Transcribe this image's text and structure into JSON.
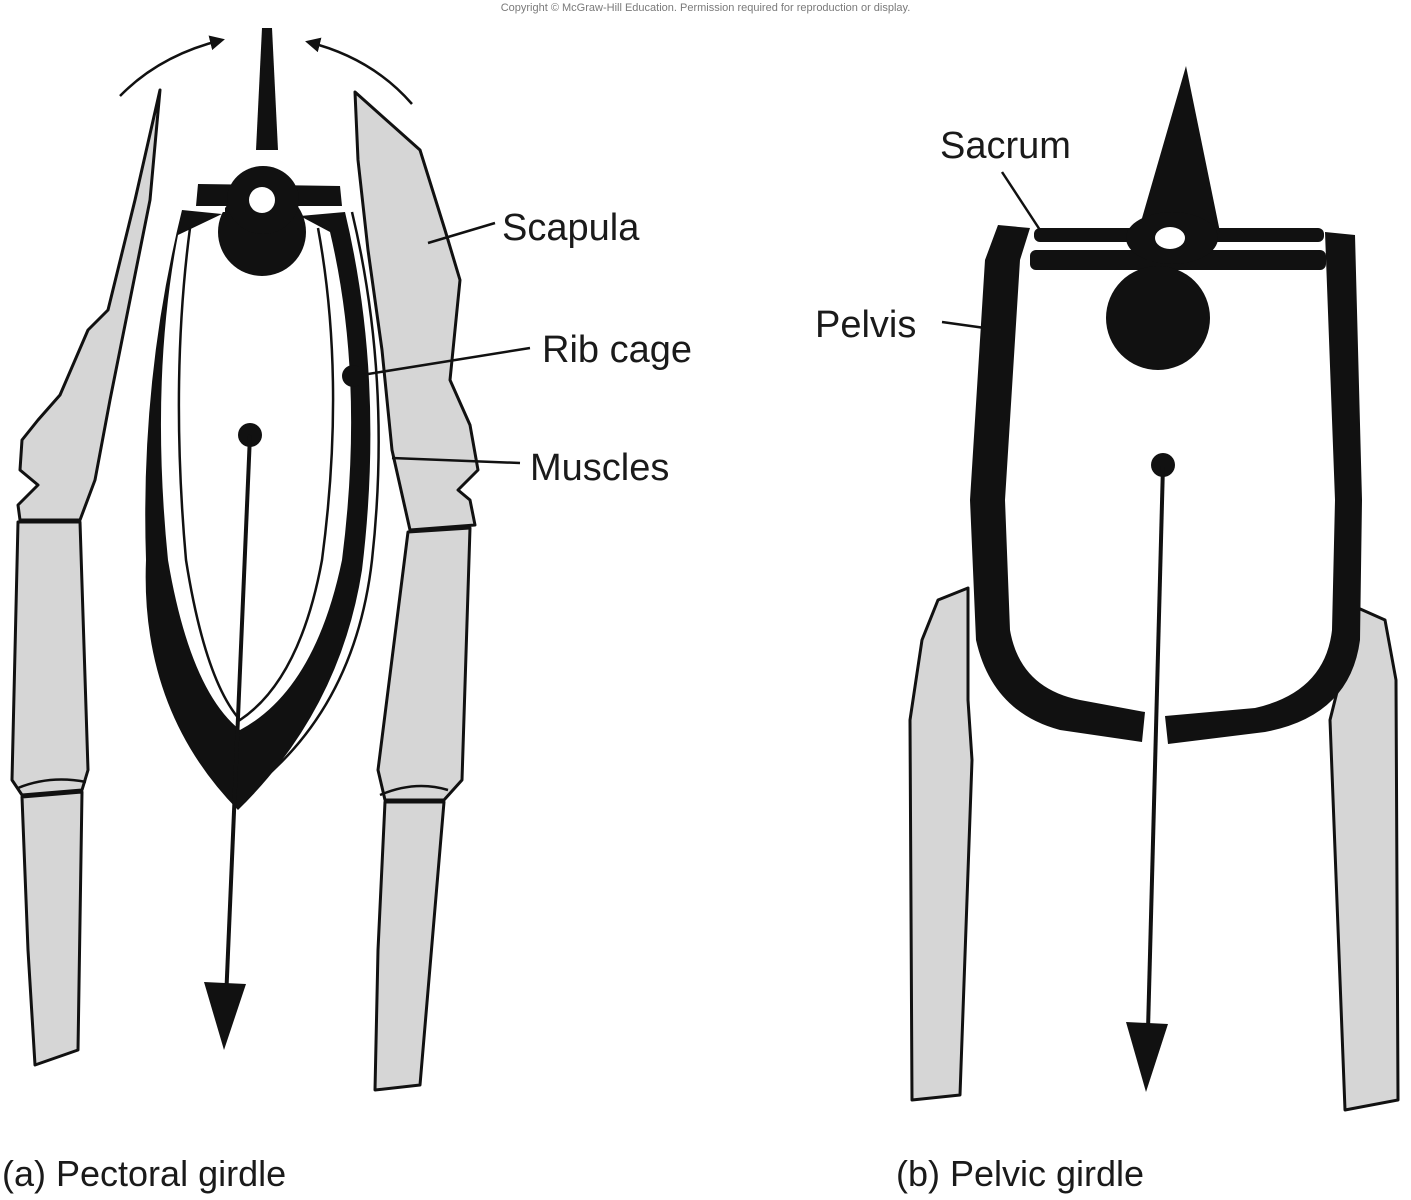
{
  "copyright": "Copyright © McGraw-Hill Education. Permission required for reproduction or display.",
  "pectoral": {
    "labels": {
      "scapula": "Scapula",
      "rib_cage": "Rib cage",
      "muscles": "Muscles"
    },
    "caption": "(a) Pectoral girdle"
  },
  "pelvic": {
    "labels": {
      "sacrum": "Sacrum",
      "pelvis": "Pelvis"
    },
    "caption": "(b) Pelvic girdle"
  },
  "colors": {
    "bone_fill": "#d6d6d6",
    "outline": "#111111",
    "background": "#ffffff"
  }
}
